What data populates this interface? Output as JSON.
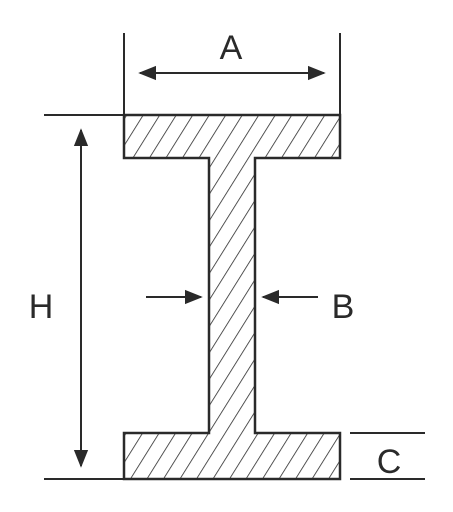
{
  "labels": {
    "flange_width": "A",
    "web_thickness": "B",
    "flange_thickness": "C",
    "height": "H"
  }
}
